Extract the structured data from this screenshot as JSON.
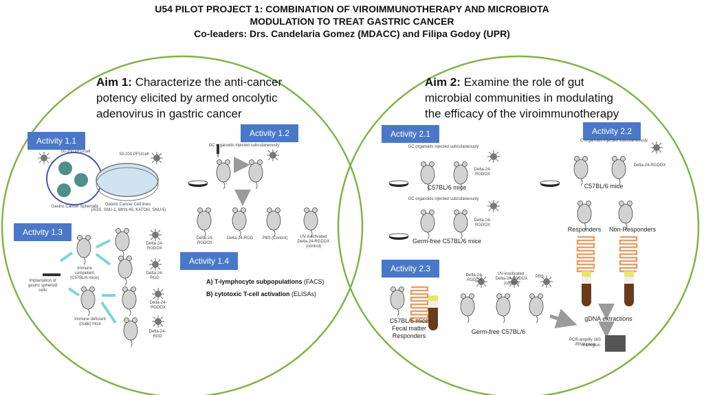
{
  "header": {
    "line1": "U54 PILOT PROJECT 1: COMBINATION OF VIROIMMUNOTHERAPY AND MICROBIOTA",
    "line2": "MODULATION TO TREAT GASTRIC CANCER",
    "line3": "Co-leaders: Drs. Candelaria Gomez (MDACC) and Filipa Godoy (UPR)"
  },
  "aim1": {
    "prefix": "Aim 1:",
    "line1": " Characterize the anti-cancer",
    "line2": "potency elicited by armed oncolytic",
    "line3": "adenovirus in gastric cancer"
  },
  "aim2": {
    "prefix": "Aim 2:",
    "line1": " Examine the role of gut",
    "line2": "microbial communities in modulating",
    "line3": "the efficacy of the viroimmunotherapy"
  },
  "activities": {
    "a11": "Activity 1.1",
    "a12": "Activity 1.2",
    "a13": "Activity 1.3",
    "a14": "Activity 1.4",
    "a21": "Activity 2.1",
    "a22": "Activity 2.2",
    "a23": "Activity 2.3"
  },
  "labels": {
    "pfu_spheroid": "50-200 PFU/cell",
    "pfu_cell": "50-200 PFU/cell",
    "spheroids": "Gastric Cancer Spheroids",
    "cell_lines": "Gastric Cancer Cell lines",
    "cell_lines_list": "(AGS, SNU-1, MKN-45, KATOIII, SNU-5)",
    "gc_inj_12": "GC organoids injected subcutaneously",
    "d24_rgdox": "Delta-24-RGDOX",
    "d24_rgd": "Delta-24-RGD",
    "pbs": "PBS (Control)",
    "uv1": "UV-inactivated",
    "uv2": "Delta-24-RGDOX (control)",
    "immune_comp": "Immune competent (C57BL/6 mice)",
    "immune_def": "Immune deficient (nude) mice",
    "spheroid_inj": "Implantation of gastric spheroid cells",
    "s_rgdox_1": "Delta-24-RGDOX",
    "s_rgd_1": "Delta-24-RGD",
    "s_rgdox_2": "Delta-24-RGDOX",
    "s_rgd_2": "Delta-24-RGD",
    "a14_a_bold": "A) T-lymphocyte subpopulations",
    "a14_a_rest": " (FACS)",
    "a14_b_bold": "B) cytotoxic T-cell activation",
    "a14_b_rest": " (ELISAs)",
    "gc_inj_21a": "GC organoids injected subcutaneously",
    "gc_inj_21b": "GC organoids injected subcutaneously",
    "d24_21a": "Delta-24-RGDOX",
    "d24_21b": "Delta-24-RGDOX",
    "c57_21": "C57BL/6 mice",
    "germfree_21": "Germ-free C57BL/6 mice",
    "gc_inj_22": "C organoids injected subcutaneously",
    "d24_22": "Delta-24-RGDOX",
    "c57_22": "C57BL/6 mice",
    "responders": "Responders",
    "nonresponders": "Non-Responders",
    "gdna": "gDNA extractions",
    "pcr": "PCR-amplify 16S rRNA gene",
    "v4": "V4 region",
    "d24_23": "Delta-24-RGDOX",
    "uv23_1": "UV-inactivated",
    "uv23_2": "Delta-24-RGDOX (control)",
    "pbs_23": "PBS",
    "fecal1": "C57BL/6 mice",
    "fecal2": "Fecal matter",
    "fecal3": "Responders",
    "germfree_23": "Germ-free C57BL/6"
  },
  "colors": {
    "circle": "#7fb347",
    "activity_box": "#4a78c8",
    "cyan_arrow": "#7fd3dc",
    "gray_arrow": "#9a9a9a",
    "intestine": "#e2a06a",
    "tube_top": "#e9e66a",
    "tube_fill": "#6b3a1c"
  }
}
